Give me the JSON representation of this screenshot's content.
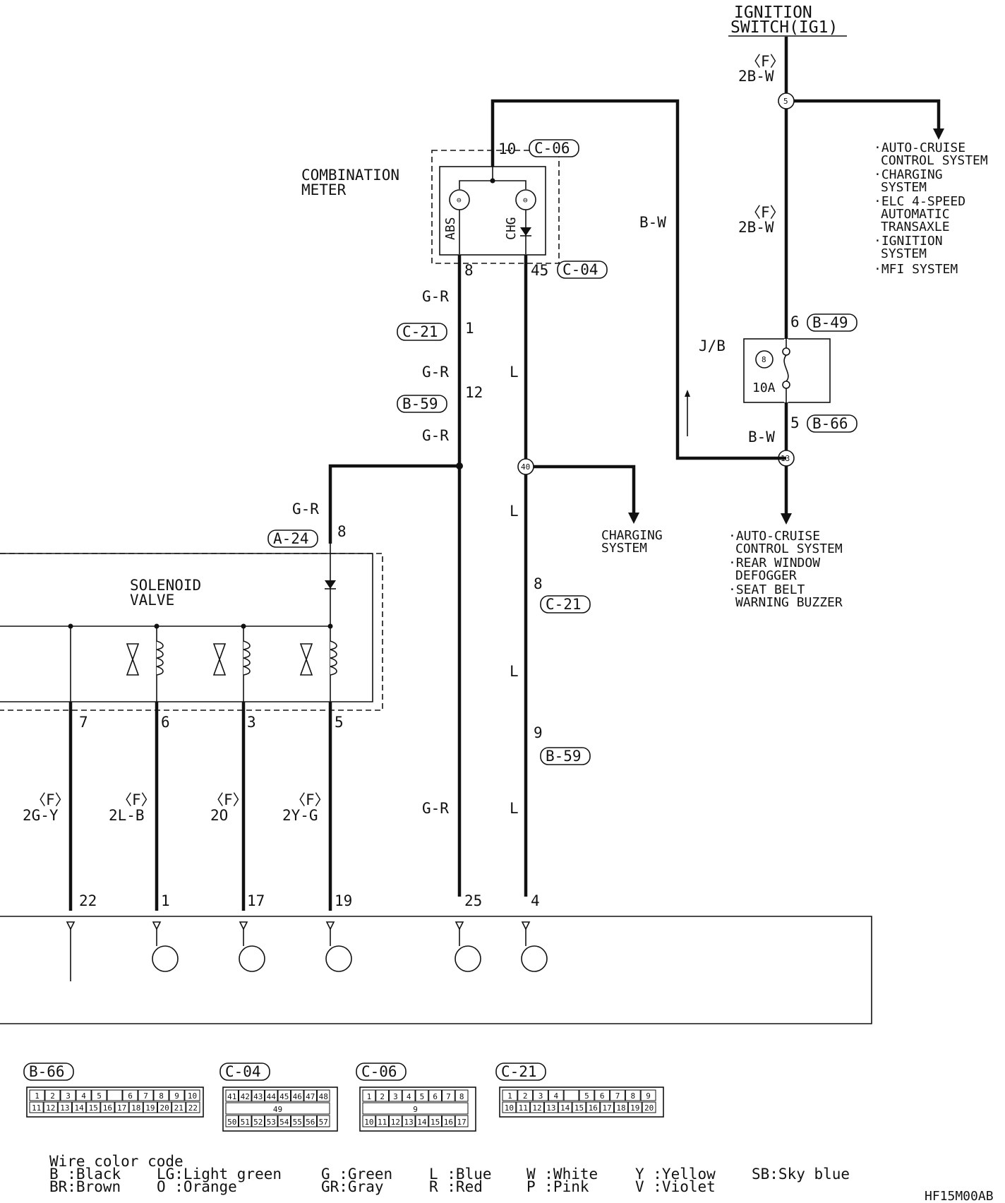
{
  "ignition": {
    "line1": "IGNITION",
    "line2": "SWITCH(IG1)",
    "fuse_note": "〈F〉",
    "wire": "2B-W",
    "wire2_note": "〈F〉",
    "wire2": "2B-W",
    "junction1": "5",
    "junction2": "13"
  },
  "ig_loads": [
    "·AUTO-CRUISE",
    "CONTROL SYSTEM",
    "·CHARGING",
    "SYSTEM",
    "·ELC 4-SPEED",
    "AUTOMATIC",
    "TRANSAXLE",
    "·IGNITION",
    "SYSTEM",
    "·MFI SYSTEM"
  ],
  "jb": {
    "label": "J/B",
    "fuse_no": "8",
    "fuse_amp": "10A",
    "pin_in": "6",
    "conn_in": "B-49",
    "pin_out": "5",
    "conn_out": "B-66",
    "wire_out": "B-W"
  },
  "jb_loads": [
    "·AUTO-CRUISE",
    "CONTROL SYSTEM",
    "·REAR WINDOW",
    "DEFOGGER",
    "·SEAT BELT",
    "WARNING BUZZER"
  ],
  "meter": {
    "line1": "COMBINATION",
    "line2": "METER",
    "pin_in": "10",
    "conn_in": "C-06",
    "lamp_abs": "ABS",
    "lamp_chg": "CHG",
    "pin_abs": "8",
    "pin_chg": "45",
    "conn_chg": "C-04",
    "wire_feed": "B-W"
  },
  "gr_chain": {
    "wire": "G-R",
    "c21_pin": "1",
    "c21": "C-21",
    "b59_pin": "12",
    "b59": "B-59"
  },
  "l_chain": {
    "wire": "L",
    "junction": "40",
    "c21_pin": "8",
    "c21": "C-21",
    "b59_pin": "9",
    "b59": "B-59"
  },
  "charging": {
    "line1": "CHARGING",
    "line2": "SYSTEM"
  },
  "solenoid": {
    "line1": "SOLENOID",
    "line2": "VALVE",
    "pin_in": "8",
    "conn_in": "A-24",
    "wire_in": "G-R",
    "pins": [
      "7",
      "6",
      "3",
      "5"
    ]
  },
  "ecu_wires": [
    {
      "note": "〈F〉",
      "color": "2G-Y",
      "ecu_pin": "22"
    },
    {
      "note": "〈F〉",
      "color": "2L-B",
      "ecu_pin": "1"
    },
    {
      "note": "〈F〉",
      "color": "2O",
      "ecu_pin": "17"
    },
    {
      "note": "〈F〉",
      "color": "2Y-G",
      "ecu_pin": "19"
    },
    {
      "note": "",
      "color": "G-R",
      "ecu_pin": "25"
    },
    {
      "note": "",
      "color": "L",
      "ecu_pin": "4"
    }
  ],
  "connectors": [
    {
      "name": "B-66",
      "rows": [
        [
          "1",
          "2",
          "3",
          "4",
          "5",
          "",
          "6",
          "7",
          "8",
          "9",
          "10"
        ],
        [
          "11",
          "12",
          "13",
          "14",
          "15",
          "16",
          "17",
          "18",
          "19",
          "20",
          "21",
          "22"
        ]
      ]
    },
    {
      "name": "C-04",
      "rows": [
        [
          "41",
          "42",
          "43",
          "44",
          "45",
          "46",
          "47",
          "48"
        ],
        [
          "49"
        ],
        [
          "50",
          "51",
          "52",
          "53",
          "54",
          "55",
          "56",
          "57"
        ]
      ]
    },
    {
      "name": "C-06",
      "rows": [
        [
          "1",
          "2",
          "3",
          "4",
          "5",
          "6",
          "7",
          "8"
        ],
        [
          "9"
        ],
        [
          "10",
          "11",
          "12",
          "13",
          "14",
          "15",
          "16",
          "17"
        ]
      ]
    },
    {
      "name": "C-21",
      "rows": [
        [
          "1",
          "2",
          "3",
          "4",
          "",
          "5",
          "6",
          "7",
          "8",
          "9"
        ],
        [
          "10",
          "11",
          "12",
          "13",
          "14",
          "15",
          "16",
          "17",
          "18",
          "19",
          "20"
        ]
      ]
    }
  ],
  "color_code": {
    "title": "Wire color code",
    "row1": [
      "B :Black",
      "LG:Light green",
      "G :Green",
      "L :Blue",
      "W :White",
      "Y :Yellow",
      "SB:Sky blue"
    ],
    "row2": [
      "BR:Brown",
      "O :Orange",
      "GR:Gray",
      "R :Red",
      "P :Pink",
      "V :Violet"
    ]
  },
  "figure_id": "HF15M00AB"
}
